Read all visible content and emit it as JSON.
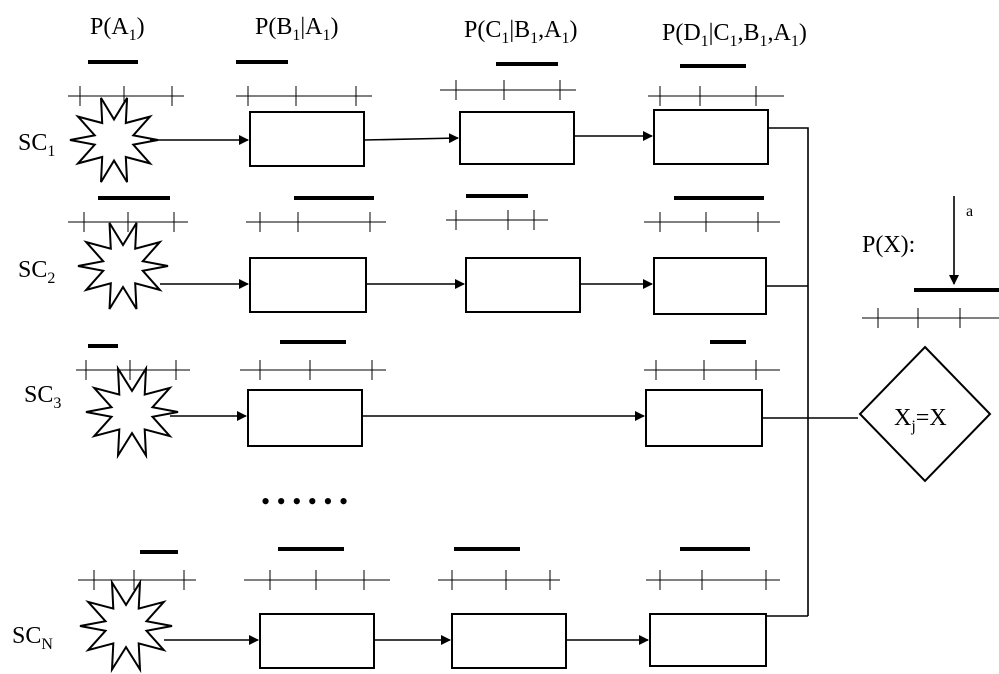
{
  "headers": {
    "col1": {
      "pre": "P(A",
      "sub": "1",
      "post": ")"
    },
    "col2": {
      "pre": "P(B",
      "sub1": "1",
      "mid": "|A",
      "sub2": "1",
      "post": ")"
    },
    "col3": {
      "pre": "P(C",
      "sub1": "1",
      "mid1": "|B",
      "sub2": "1",
      "mid2": ",A",
      "sub3": "1",
      "post": ")"
    },
    "col4": {
      "pre": "P(D",
      "sub1": "1",
      "mid1": "|C",
      "sub2": "1",
      "mid2": ",B",
      "sub3": "1",
      "mid3": ",A",
      "sub4": "1",
      "post": ")"
    }
  },
  "rows": [
    {
      "base": "SC",
      "sub": "1"
    },
    {
      "base": "SC",
      "sub": "2"
    },
    {
      "base": "SC",
      "sub": "3"
    },
    {
      "base": "SC",
      "sub": "N"
    }
  ],
  "ellipsis": "• • • • • •",
  "output": {
    "label": "P(X):",
    "arrow_label": "a",
    "decision": {
      "pre": "X",
      "sub": "j",
      "post": "=X"
    }
  }
}
